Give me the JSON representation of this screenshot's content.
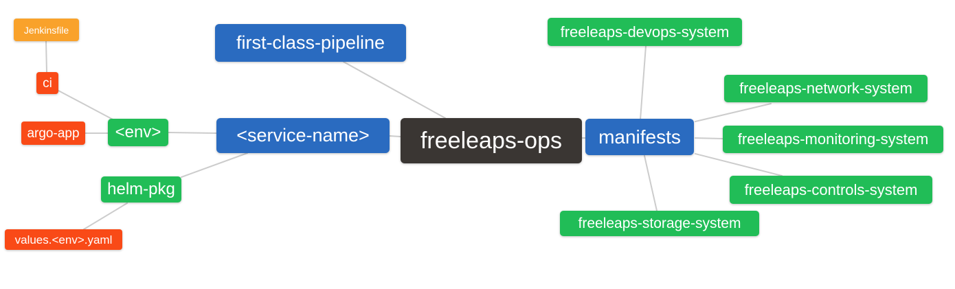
{
  "diagram": {
    "type": "mindmap",
    "root_label": "freeleaps-ops",
    "palette": {
      "orange": "#f9a22b",
      "red": "#f94a17",
      "green": "#21bd57",
      "blue": "#2a6bc0",
      "dark": "#3a3633",
      "edge": "#cccccc",
      "text": "#ffffff",
      "background": "#ffffff"
    },
    "nodes": [
      {
        "id": "jenkinsfile",
        "label": "Jenkinsfile",
        "color": "orange"
      },
      {
        "id": "ci",
        "label": "ci",
        "color": "red"
      },
      {
        "id": "argo-app",
        "label": "argo-app",
        "color": "red"
      },
      {
        "id": "env",
        "label": "<env>",
        "color": "green"
      },
      {
        "id": "helm-pkg",
        "label": "helm-pkg",
        "color": "green"
      },
      {
        "id": "values-env-yaml",
        "label": "values.<env>.yaml",
        "color": "red"
      },
      {
        "id": "first-class-pipeline",
        "label": "first-class-pipeline",
        "color": "blue"
      },
      {
        "id": "service-name",
        "label": "<service-name>",
        "color": "blue"
      },
      {
        "id": "freeleaps-ops",
        "label": "freeleaps-ops",
        "color": "dark"
      },
      {
        "id": "manifests",
        "label": "manifests",
        "color": "blue"
      },
      {
        "id": "freeleaps-devops-system",
        "label": "freeleaps-devops-system",
        "color": "green"
      },
      {
        "id": "freeleaps-network-system",
        "label": "freeleaps-network-system",
        "color": "green"
      },
      {
        "id": "freeleaps-monitoring-system",
        "label": "freeleaps-monitoring-system",
        "color": "green"
      },
      {
        "id": "freeleaps-controls-system",
        "label": "freeleaps-controls-system",
        "color": "green"
      },
      {
        "id": "freeleaps-storage-system",
        "label": "freeleaps-storage-system",
        "color": "green"
      }
    ],
    "edges": [
      {
        "from": "jenkinsfile",
        "to": "ci"
      },
      {
        "from": "ci",
        "to": "env"
      },
      {
        "from": "argo-app",
        "to": "env"
      },
      {
        "from": "env",
        "to": "service-name"
      },
      {
        "from": "helm-pkg",
        "to": "service-name"
      },
      {
        "from": "values-env-yaml",
        "to": "helm-pkg"
      },
      {
        "from": "first-class-pipeline",
        "to": "freeleaps-ops"
      },
      {
        "from": "service-name",
        "to": "freeleaps-ops"
      },
      {
        "from": "freeleaps-ops",
        "to": "manifests"
      },
      {
        "from": "manifests",
        "to": "freeleaps-devops-system"
      },
      {
        "from": "manifests",
        "to": "freeleaps-network-system"
      },
      {
        "from": "manifests",
        "to": "freeleaps-monitoring-system"
      },
      {
        "from": "manifests",
        "to": "freeleaps-controls-system"
      },
      {
        "from": "manifests",
        "to": "freeleaps-storage-system"
      }
    ]
  }
}
